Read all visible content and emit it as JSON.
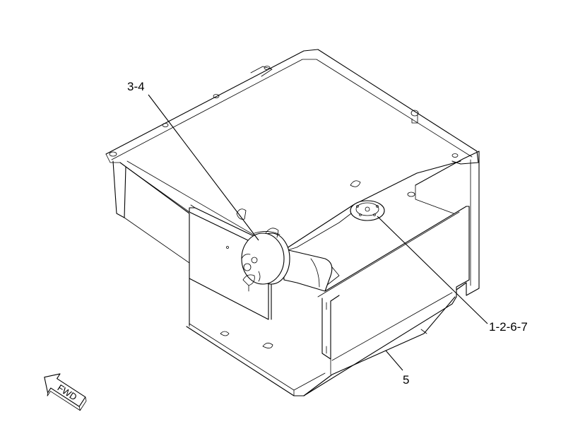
{
  "diagram": {
    "callouts": [
      {
        "id": "callout-3-4",
        "text": "3-4"
      },
      {
        "id": "callout-1-2-6-7",
        "text": "1-2-6-7"
      },
      {
        "id": "callout-5",
        "text": "5"
      }
    ],
    "direction_arrow": {
      "label": "FWD",
      "icon": "direction-arrow-icon"
    },
    "colors": {
      "ink": "#000000",
      "paper": "#ffffff"
    }
  }
}
